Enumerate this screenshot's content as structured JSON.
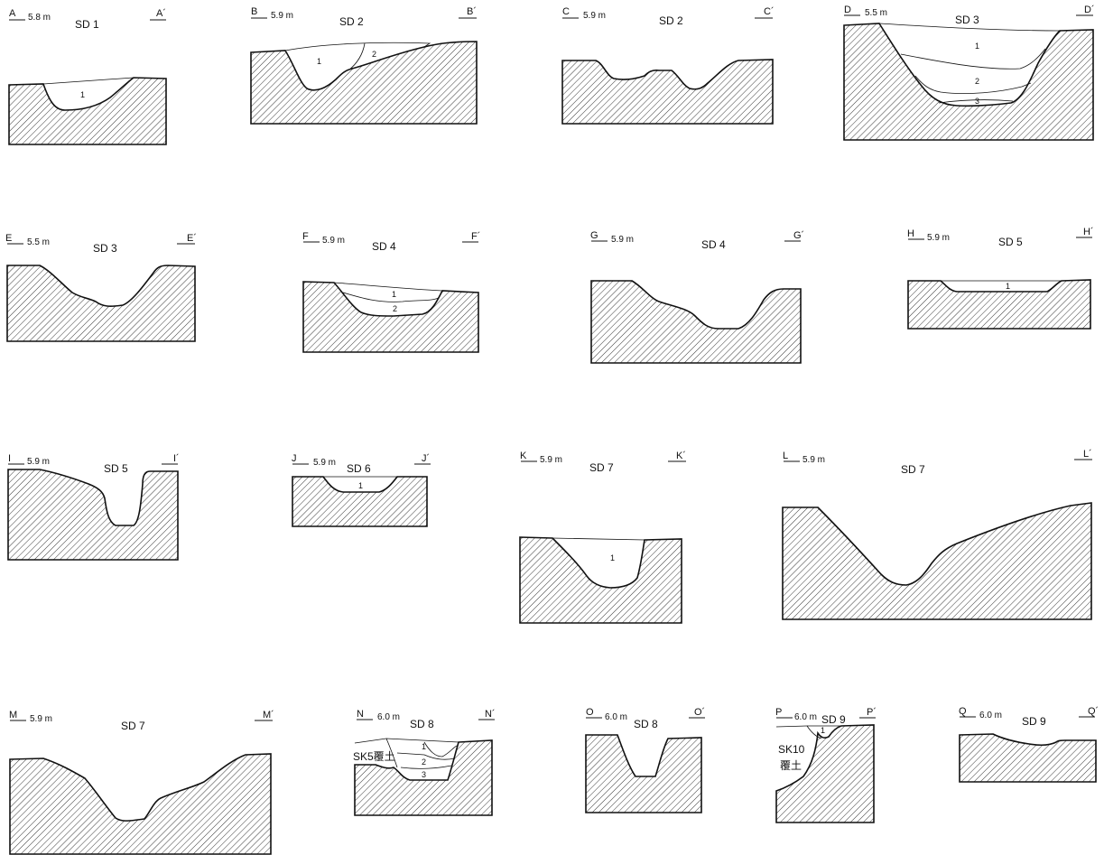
{
  "sections": [
    {
      "id": "A",
      "start": "A",
      "end": "A´",
      "elev": "5.8 m",
      "title": "SD 1",
      "layers": [
        "1"
      ]
    },
    {
      "id": "B",
      "start": "B",
      "end": "B´",
      "elev": "5.9 m",
      "title": "SD 2",
      "layers": [
        "1",
        "2"
      ]
    },
    {
      "id": "C",
      "start": "C",
      "end": "C´",
      "elev": "5.9 m",
      "title": "SD 2",
      "layers": []
    },
    {
      "id": "D",
      "start": "D",
      "end": "D´",
      "elev": "5.5 m",
      "title": "SD 3",
      "layers": [
        "1",
        "2",
        "3"
      ]
    },
    {
      "id": "E",
      "start": "E",
      "end": "E´",
      "elev": "5.5 m",
      "title": "SD 3",
      "layers": []
    },
    {
      "id": "F",
      "start": "F",
      "end": "F´",
      "elev": "5.9 m",
      "title": "SD 4",
      "layers": [
        "1",
        "2"
      ]
    },
    {
      "id": "G",
      "start": "G",
      "end": "G´",
      "elev": "5.9 m",
      "title": "SD 4",
      "layers": []
    },
    {
      "id": "H",
      "start": "H",
      "end": "H´",
      "elev": "5.9 m",
      "title": "SD 5",
      "layers": [
        "1"
      ]
    },
    {
      "id": "I",
      "start": "I",
      "end": "I´",
      "elev": "5.9 m",
      "title": "SD 5",
      "layers": []
    },
    {
      "id": "J",
      "start": "J",
      "end": "J´",
      "elev": "5.9 m",
      "title": "SD 6",
      "layers": [
        "1"
      ]
    },
    {
      "id": "K",
      "start": "K",
      "end": "K´",
      "elev": "5.9 m",
      "title": "SD 7",
      "layers": [
        "1"
      ]
    },
    {
      "id": "L",
      "start": "L",
      "end": "L´",
      "elev": "5.9 m",
      "title": "SD 7",
      "layers": []
    },
    {
      "id": "M",
      "start": "M",
      "end": "M´",
      "elev": "5.9 m",
      "title": "SD 7",
      "layers": []
    },
    {
      "id": "N",
      "start": "N",
      "end": "N´",
      "elev": "6.0 m",
      "title": "SD 8",
      "layers": [
        "1",
        "2",
        "3"
      ],
      "overlay": [
        "SK5覆土"
      ]
    },
    {
      "id": "O",
      "start": "O",
      "end": "O´",
      "elev": "6.0 m",
      "title": "SD 8",
      "layers": []
    },
    {
      "id": "P",
      "start": "P",
      "end": "P´",
      "elev": "6.0 m",
      "title": "SD 9",
      "layers": [
        "1"
      ],
      "overlay": [
        "SK10",
        "覆土"
      ]
    },
    {
      "id": "Q",
      "start": "Q",
      "end": "Q´",
      "elev": "6.0 m",
      "title": "SD 9",
      "layers": []
    }
  ]
}
